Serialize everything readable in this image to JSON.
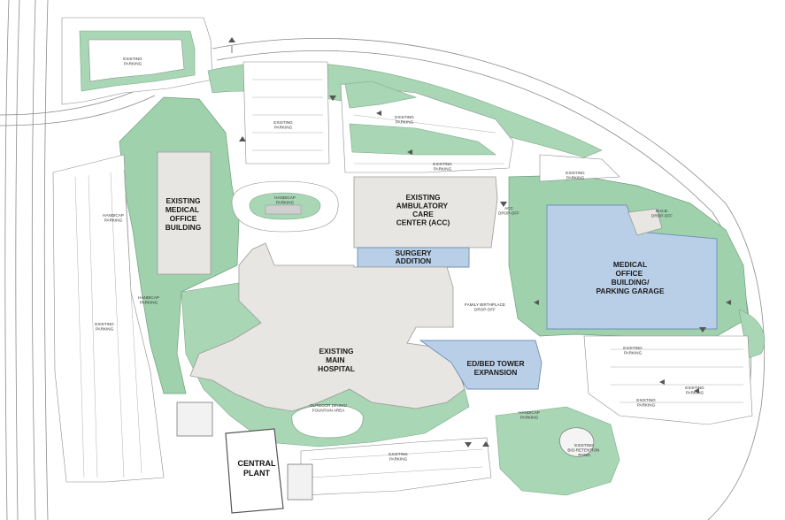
{
  "labels": {
    "parking_nw": [
      "EXISTING",
      "PARKING"
    ],
    "parking_north": [
      "EXISTING",
      "PARKING"
    ],
    "parking_ne_strip": [
      "EXISTING",
      "PARKING"
    ],
    "parking_acc_north": [
      "EXISTING",
      "PARKING"
    ],
    "parking_east_small": [
      "EXISTING",
      "PARKING"
    ],
    "handicap_north": [
      "HANDICAP",
      "PARKING"
    ],
    "handicap_west": [
      "HANDICAP",
      "PARKING"
    ],
    "handicap_mid_west": [
      "HANDICAP",
      "PARKING"
    ],
    "handicap_south": [
      "HANDICAP",
      "PARKING"
    ],
    "parking_west": [
      "EXISTING",
      "PARKING"
    ],
    "parking_se_1": [
      "EXISTING",
      "PARKING"
    ],
    "parking_se_2": [
      "EXISTING",
      "PARKING"
    ],
    "parking_se_3": [
      "EXISTING",
      "PARKING"
    ],
    "parking_south": [
      "EXISTING",
      "PARKING"
    ],
    "mob_west": [
      "EXISTING",
      "MEDICAL",
      "OFFICE",
      "BUILDING"
    ],
    "acc": [
      "EXISTING",
      "AMBULATORY",
      "CARE",
      "CENTER (ACC)"
    ],
    "surgery": [
      "SURGERY",
      "ADDITION"
    ],
    "mob_garage": [
      "MEDICAL",
      "OFFICE",
      "BUILDING/",
      "PARKING GARAGE"
    ],
    "main_hospital": [
      "EXISTING",
      "MAIN",
      "HOSPITAL"
    ],
    "ed_tower": [
      "ED/BED TOWER",
      "EXPANSION"
    ],
    "central_plant": [
      "CENTRAL",
      "PLANT"
    ],
    "acc_dropoff": [
      "ACC",
      "DROP-OFF"
    ],
    "mob_dropoff": [
      "M.O.B.",
      "DROP-OFF"
    ],
    "family_dropoff": [
      "FAMILY BIRTHPLACE",
      "DROP-OFF"
    ],
    "outdoor_dining": [
      "OUTDOOR DINING/",
      "FOUNTAIN AREA"
    ],
    "bio_pond": [
      "EXISTING",
      "BIO-RETENTION",
      "POND"
    ]
  },
  "colors": {
    "landscape": "#9fd1ad",
    "existing_building": "#e7e6e2",
    "new_building": "#b9cfe7",
    "paving": "#ffffff"
  }
}
